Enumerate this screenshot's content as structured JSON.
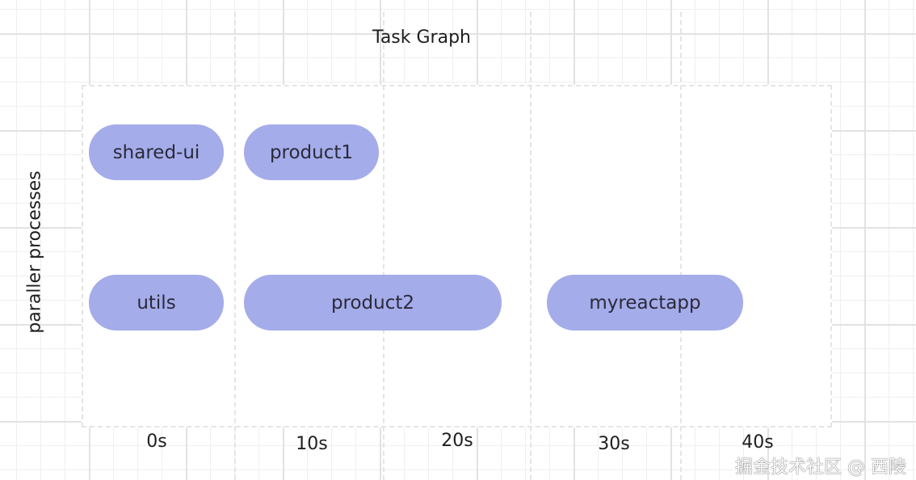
{
  "title": "Task Graph",
  "y_axis_label": "paraller processes",
  "time_ticks": [
    "0s",
    "10s",
    "20s",
    "30s",
    "40s"
  ],
  "tasks": [
    {
      "label": "shared-ui",
      "lane": 1
    },
    {
      "label": "product1",
      "lane": 1
    },
    {
      "label": "utils",
      "lane": 2
    },
    {
      "label": "product2",
      "lane": 2
    },
    {
      "label": "myreactapp",
      "lane": 2
    }
  ],
  "colors": {
    "task_fill": "#a5acea",
    "grid": "#e2e2e2",
    "frame_dash": "#e4e4e4"
  },
  "watermark": "掘金技术社区 @ 西陵"
}
